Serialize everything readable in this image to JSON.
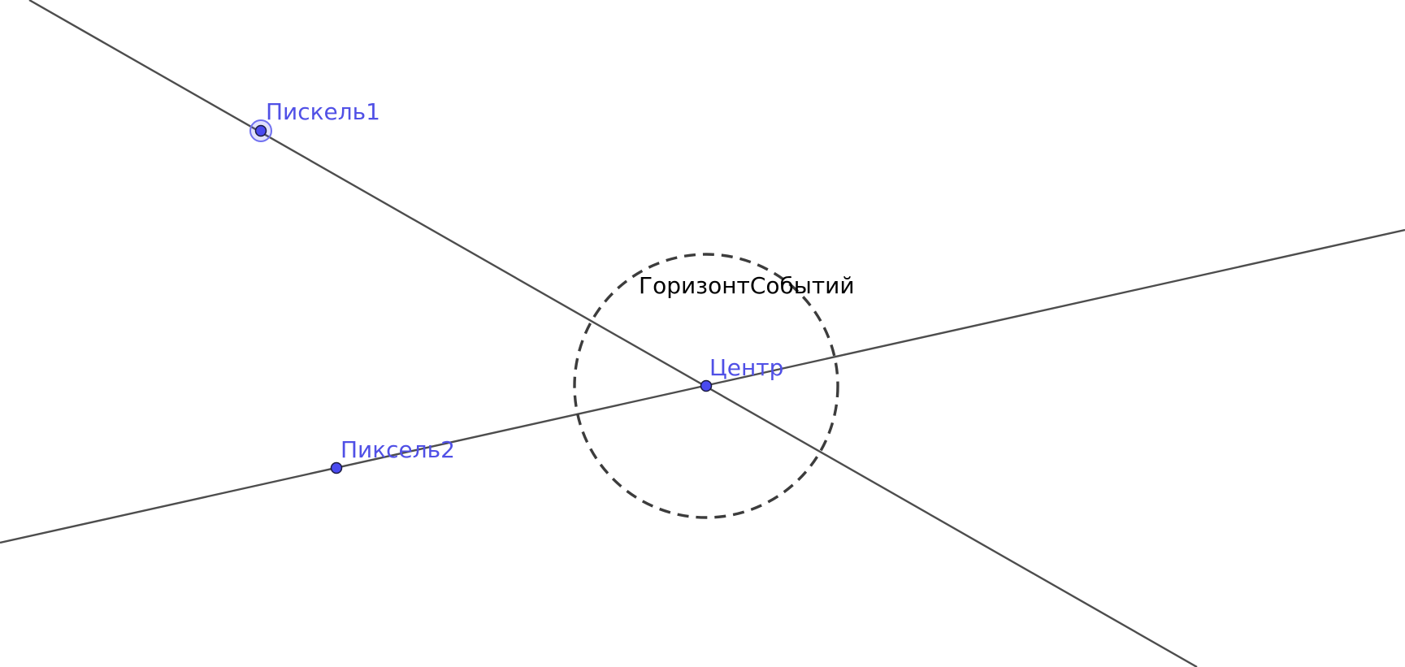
{
  "points": {
    "p1": {
      "label": "Пискель1"
    },
    "p2": {
      "label": "Пиксель2"
    },
    "center": {
      "label": "Центр"
    }
  },
  "circle": {
    "label": "ГоризонтСобытий"
  },
  "colors": {
    "point_fill": "#4a4af0",
    "point_stroke": "#1a1a40",
    "point_label": "#5050e6",
    "line": "#4d4d4d",
    "circle": "#3c3c3c",
    "circle_label": "#000000",
    "selection_ring": "#7070f0"
  }
}
